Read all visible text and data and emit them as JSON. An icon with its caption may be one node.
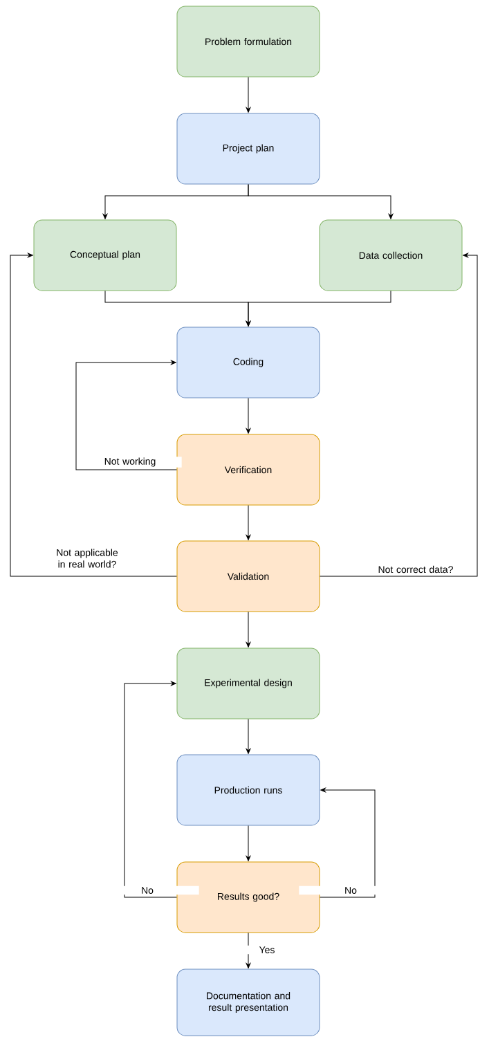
{
  "diagram": {
    "nodes": [
      {
        "text": [
          "Problem formulation"
        ]
      },
      {
        "text": [
          "Project plan"
        ]
      },
      {
        "text": [
          "Conceptual plan"
        ]
      },
      {
        "text": [
          "Data collection"
        ]
      },
      {
        "text": [
          "Coding"
        ]
      },
      {
        "text": [
          "Verification"
        ]
      },
      {
        "text": [
          "Validation"
        ]
      },
      {
        "text": [
          "Experimental design"
        ]
      },
      {
        "text": [
          "Production runs"
        ]
      },
      {
        "text": [
          "Results good?"
        ]
      },
      {
        "text": [
          "Documentation and result presentation"
        ]
      }
    ],
    "edges": [
      {
        "from": 0,
        "to": 1,
        "arrow": "to"
      },
      {
        "from": 1,
        "to": 2,
        "arrow": "to"
      },
      {
        "from": 1,
        "to": 3,
        "arrow": "to"
      },
      {
        "from": 2,
        "to": 4,
        "arrow": "to"
      },
      {
        "from": 3,
        "to": 4,
        "arrow": "to"
      },
      {
        "from": 4,
        "to": 5,
        "arrow": "to"
      },
      {
        "from": 5,
        "to": 4,
        "arrow": "to",
        "label": "Not working"
      },
      {
        "from": 5,
        "to": 6,
        "arrow": "to"
      },
      {
        "from": 6,
        "to": 2,
        "arrow": "to",
        "label": "Not applicable in real world?"
      },
      {
        "from": 6,
        "to": 3,
        "arrow": "to",
        "label": "Not correct data?"
      },
      {
        "from": 6,
        "to": 7,
        "arrow": "to"
      },
      {
        "from": 7,
        "to": 8,
        "arrow": "to"
      },
      {
        "from": 8,
        "to": 9,
        "arrow": "to"
      },
      {
        "from": 9,
        "to": 7,
        "arrow": "to",
        "label": "No"
      },
      {
        "from": 9,
        "to": 8,
        "arrow": "to",
        "label": "No"
      },
      {
        "from": 9,
        "to": 10,
        "arrow": "to",
        "label": "Yes"
      }
    ]
  }
}
